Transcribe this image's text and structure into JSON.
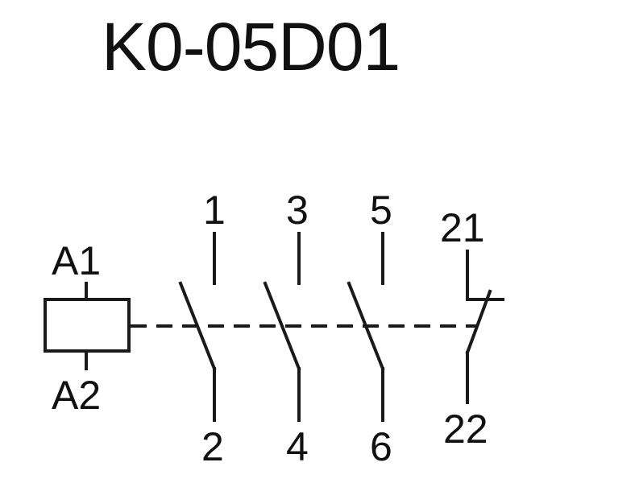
{
  "diagram": {
    "title": "K0-05D01",
    "coil": {
      "top_label": "A1",
      "bottom_label": "A2"
    },
    "contacts": [
      {
        "type": "normally-open",
        "top": "1",
        "bottom": "2"
      },
      {
        "type": "normally-open",
        "top": "3",
        "bottom": "4"
      },
      {
        "type": "normally-open",
        "top": "5",
        "bottom": "6"
      },
      {
        "type": "normally-closed",
        "top": "21",
        "bottom": "22"
      }
    ]
  }
}
